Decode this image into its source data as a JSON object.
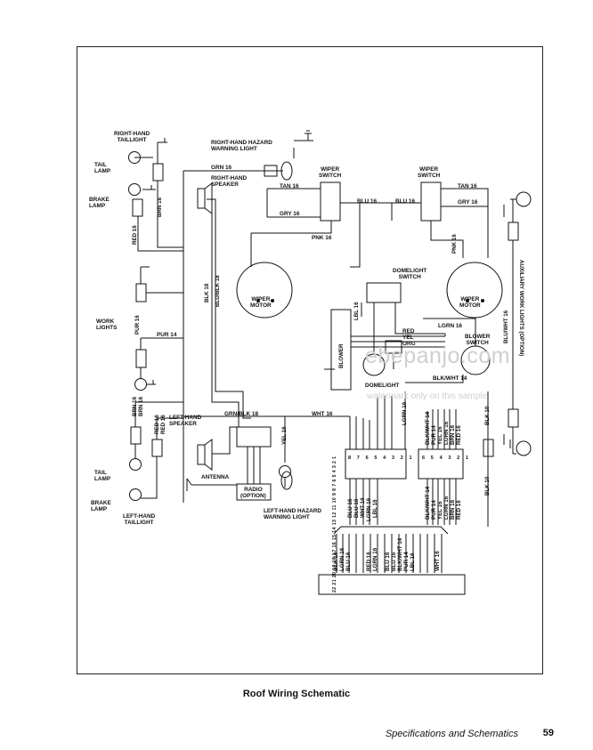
{
  "labels": {
    "rh_taillight": "RIGHT-HAND\nTAILLIGHT",
    "tail_lamp_top": "TAIL\nLAMP",
    "brake_lamp_top": "BRAKE\nLAMP",
    "rh_hazard": "RIGHT-HAND HAZARD\nWARNING LIGHT",
    "rh_speaker": "RIGHT-HAND\nSPEAKER",
    "wiper_switch_left": "WIPER\nSWITCH",
    "wiper_switch_right": "WIPER\nSWITCH",
    "wiper_motor_left": "WIPER\nMOTOR",
    "wiper_motor_right": "WIPER\nMOTOR",
    "domelight_switch": "DOMELIGHT\nSWITCH",
    "blower": "BLOWER",
    "blower_switch": "BLOWER\nSWITCH",
    "domelight": "DOMELIGHT",
    "work_lights": "WORK\nLIGHTS",
    "lh_speaker": "LEFT-HAND\nSPEAKER",
    "antenna": "ANTENNA",
    "radio": "RADIO\n(OPTION)",
    "lh_hazard": "LEFT-HAND HAZARD\nWARNING LIGHT",
    "tail_lamp_bottom": "TAIL\nLAMP",
    "brake_lamp_bottom": "BRAKE\nLAMP",
    "lh_taillight": "LEFT-HAND\nTAILLIGHT",
    "aux_work_lights": "AUXILIARY WORK LIGHTS (OPTION)"
  },
  "wires": {
    "grn16": "GRN 16",
    "tan16_l": "TAN 16",
    "tan16_r": "TAN 16",
    "gry16_l": "GRY 16",
    "gry16_r": "GRY 16",
    "blu16_l": "BLU 16",
    "blu16_r": "BLU 16",
    "pnk16_l": "PNK 16",
    "pnk16_r": "PNK 16",
    "brn16_top": "BRN 16",
    "red16_top": "RED 16",
    "blk18": "BLK 18",
    "blublk18": "BLU/BLK 18",
    "pur16": "PUR 16",
    "pur14": "PUR 14",
    "brn16_a": "BRN 16",
    "brn16_b": "BRN 16",
    "red16_a": "RED 16",
    "red16_b": "RED 16",
    "grnblk18": "GRN/BLK 18",
    "wht16": "WHT 16",
    "yel16": "YEL 16",
    "lbl16": "LBL 16",
    "red": "RED",
    "yel": "YEL",
    "org": "ORG",
    "lgrn16_top": "LGRN 16",
    "blkwht14": "BLK/WHT 14",
    "lgrn16_v": "LGRN 16",
    "bluwht16": "BLU/WHT 16",
    "blk10_a": "BLK 10",
    "blk10_b": "BLK 10"
  },
  "connector_left": {
    "pins": "8 7 6 5 4 3 2 1",
    "wires": [
      "BLU 16",
      "BLU 16",
      "WHT 16",
      "LGRN 16",
      "LBL 16"
    ]
  },
  "connector_mid_top": [
    "BLK/WHT 14",
    "PUR 14",
    "YEL 16",
    "LGRN 16",
    "BRN 16",
    "RED 16"
  ],
  "connector_mid": {
    "pins": "6 5 4 3 2 1",
    "wires": [
      "BLK/WHT 14",
      "PUR 14",
      "YEL 16",
      "LGRN 16",
      "BRN 16",
      "RED 16"
    ]
  },
  "connector_bottom": {
    "pins": "22 21 20 19 18 17 16 15 14 13 12 11 10 9 8 7 6 5 4 3 2 1",
    "wires": [
      "BLK 10",
      "LGRN 16",
      "BLU 16",
      "RED 16",
      "LGRN 16",
      "BLU 16",
      "BLU 16",
      "BLK/WHT 14",
      "PUR 14",
      "LBL 16",
      "WHT 16"
    ]
  },
  "watermark": {
    "site": "ebepanjo.com",
    "note": "watermark only on this sample"
  },
  "caption": "Roof Wiring Schematic",
  "footer": {
    "section": "Specifications and Schematics",
    "page": "59"
  }
}
